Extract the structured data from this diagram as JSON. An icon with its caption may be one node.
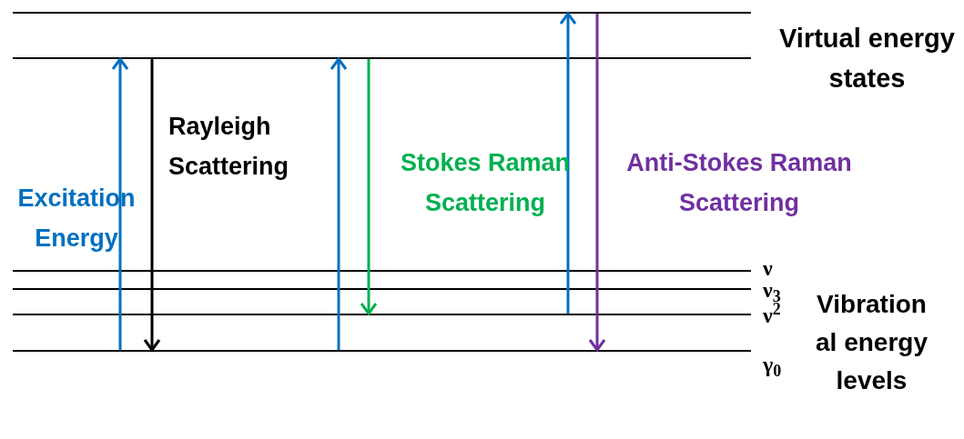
{
  "diagram": {
    "nodes": [
      {
        "text": [],
        "shape": "bar"
      },
      {
        "text": [],
        "shape": "bar"
      },
      {
        "text": [],
        "shape": "bar"
      },
      {
        "text": [],
        "shape": "bar"
      },
      {
        "text": [],
        "shape": "bar"
      },
      {
        "text": [],
        "shape": "bar"
      }
    ],
    "edges": [
      {
        "from": 5,
        "to": 1,
        "arrow": "to"
      },
      {
        "from": 1,
        "to": 5,
        "arrow": "to",
        "color": "#000000"
      },
      {
        "from": 5,
        "to": 1,
        "arrow": "to"
      },
      {
        "from": 1,
        "to": 4,
        "arrow": "to",
        "color": "#00b050"
      },
      {
        "from": 4,
        "to": 0,
        "arrow": "to"
      },
      {
        "from": 0,
        "to": 5,
        "arrow": "to",
        "color": "#7030a0"
      }
    ],
    "labels": [
      "Virtual energy states",
      "Rayleigh Scattering",
      "Stokes Raman Scattering",
      "Anti-Stokes Raman Scattering",
      "Excitation Energy",
      "ν",
      "ν$_{3}$",
      "ν$^{2}$",
      "Vibrational energy levels",
      "γ$_{0}$"
    ]
  }
}
